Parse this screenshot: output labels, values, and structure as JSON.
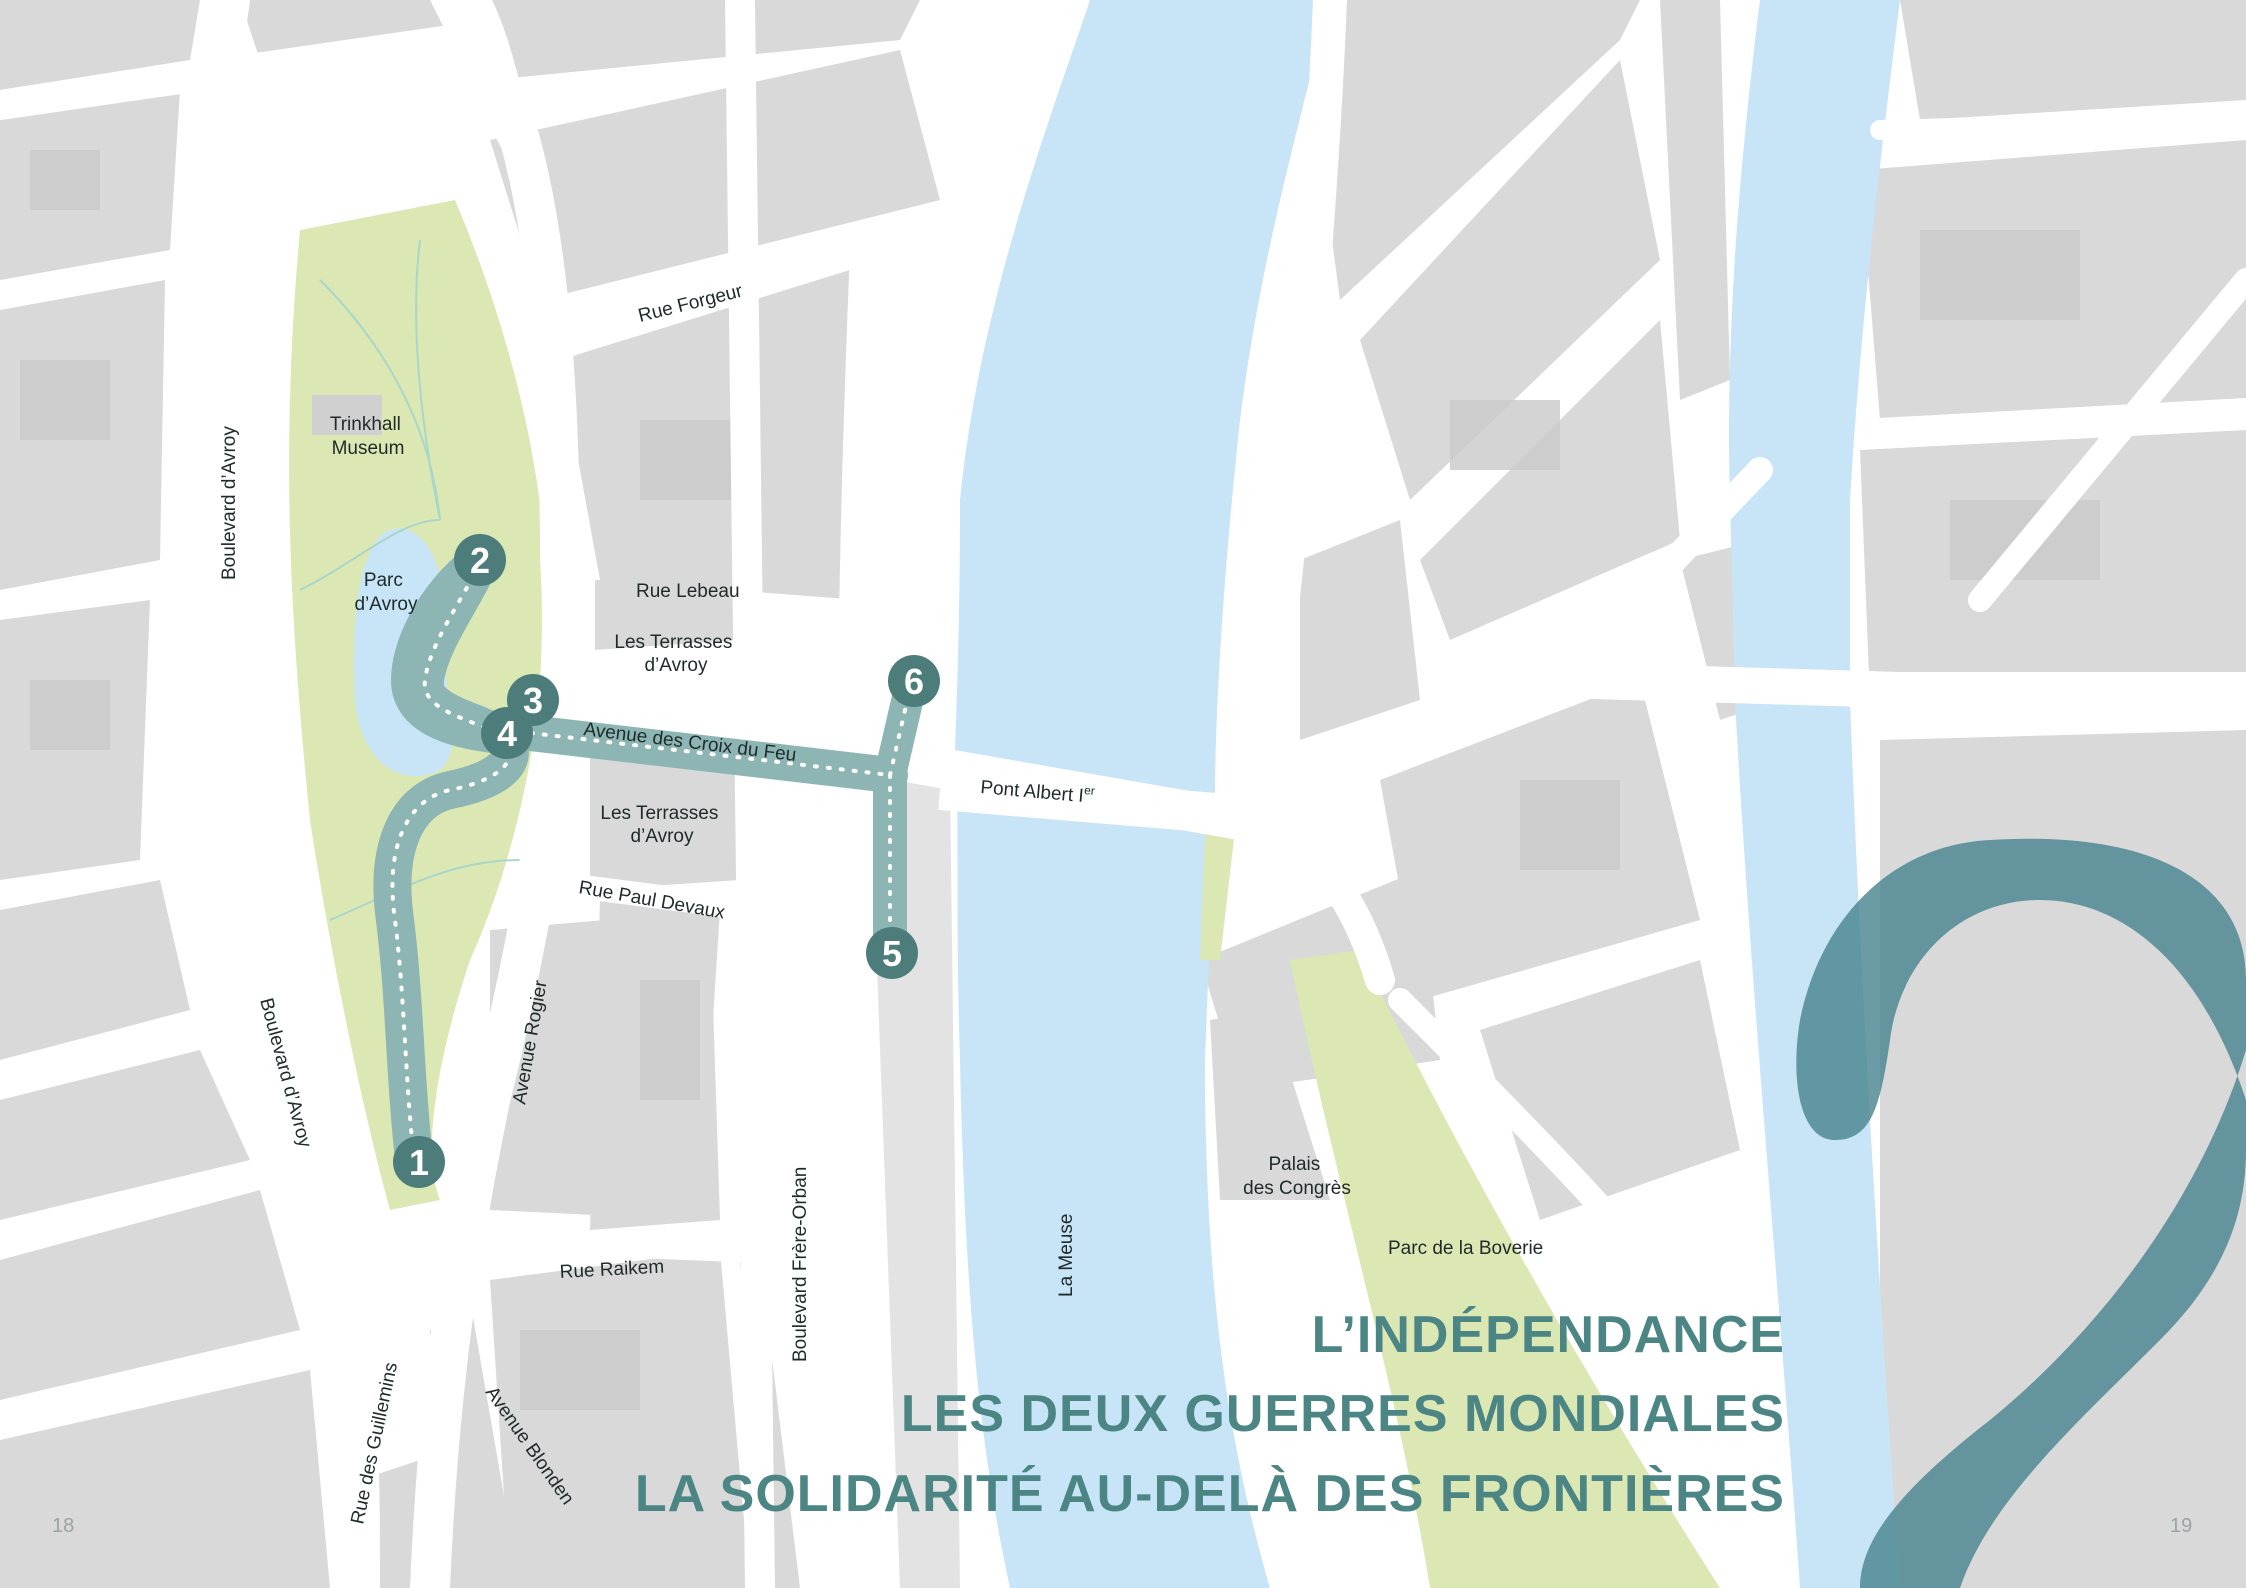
{
  "colors": {
    "background": "#ffffff",
    "block": "#d9d9d9",
    "block_dark": "#c9c9c9",
    "road": "#ffffff",
    "water": "#c8e4f7",
    "park": "#dce8b3",
    "route": "#8cb5b3",
    "marker": "#4d7d7b",
    "title": "#4b8685",
    "big_number": "#4a8590"
  },
  "streets": {
    "rue_forgeur": "Rue Forgeur",
    "boulevard_avroy_north": "Boulevard d’Avroy",
    "boulevard_avroy_south": "Boulevard d’Avroy",
    "rue_lebeau": "Rue Lebeau",
    "avenue_croix_du_feu": "Avenue des Croix du Feu",
    "pont_albert": "Pont Albert I",
    "pont_albert_sup": "er",
    "rue_paul_devaux": "Rue Paul Devaux",
    "avenue_rogier": "Avenue Rogier",
    "rue_raikem": "Rue Raikem",
    "boulevard_frere_orban": "Boulevard Frère-Orban",
    "rue_des_guillemins": "Rue des Guillemins",
    "avenue_blonden": "Avenue Blonden",
    "la_meuse": "La Meuse"
  },
  "places": {
    "trinkhall": [
      "Trinkhall",
      "Museum"
    ],
    "parc_avroy": [
      "Parc",
      "d’Avroy"
    ],
    "terrasses_north": [
      "Les Terrasses",
      "d’Avroy"
    ],
    "terrasses_south": [
      "Les Terrasses",
      "d’Avroy"
    ],
    "palais_congres": [
      "Palais",
      "des Congrès"
    ],
    "parc_boverie": "Parc de la Boverie"
  },
  "markers": [
    "1",
    "2",
    "3",
    "4",
    "5",
    "6"
  ],
  "chapter": {
    "number": "2",
    "lines": [
      "L’INDÉPENDANCE",
      "LES DEUX GUERRES MONDIALES",
      "LA SOLIDARITÉ AU-DELÀ DES FRONTIÈRES"
    ]
  },
  "pages": {
    "left": "18",
    "right": "19"
  }
}
